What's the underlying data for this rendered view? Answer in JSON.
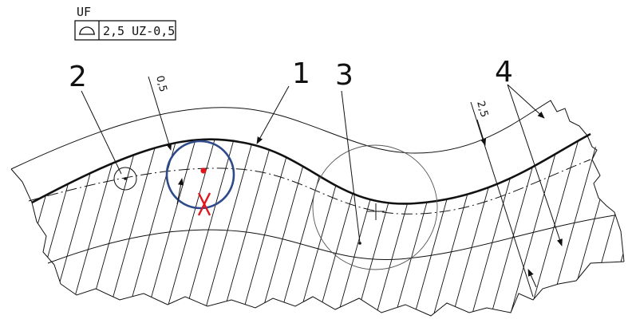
{
  "frame": {
    "modifier": "UF",
    "value_text": "2,5 UZ-0,5",
    "symbol": "surface-profile-symbol"
  },
  "callouts": {
    "c1": "1",
    "c2": "2",
    "c3": "3",
    "c4": "4"
  },
  "dims": {
    "d_small": "0,5",
    "d_large": "2,5"
  },
  "markers": {
    "blue_circle_color": "#2e4a8a",
    "red_color": "#e0161d"
  }
}
